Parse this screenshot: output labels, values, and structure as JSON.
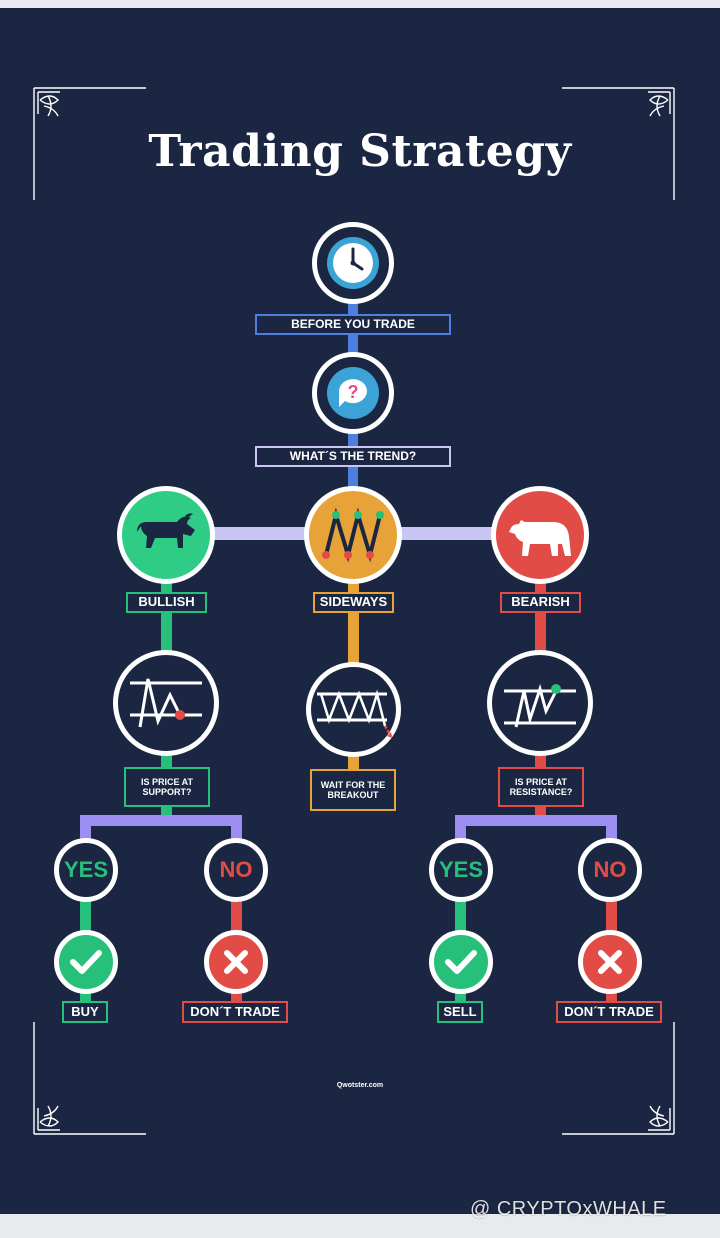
{
  "title": "Trading Strategy",
  "colors": {
    "background": "#1b2742",
    "connector": "#c9c6f4",
    "blue": "#4d7fe0",
    "green": "#26c07b",
    "orange": "#e8a338",
    "red": "#e14d46"
  },
  "steps": {
    "before": "BEFORE YOU TRADE",
    "trend": "WHAT´S THE TREND?"
  },
  "branches": {
    "bullish": {
      "label": "BULLISH",
      "question": "IS PRICE AT SUPPORT?",
      "yes": "YES",
      "no": "NO",
      "yes_action": "BUY",
      "no_action": "DON´T TRADE"
    },
    "sideways": {
      "label": "SIDEWAYS",
      "action": "WAIT FOR THE BREAKOUT"
    },
    "bearish": {
      "label": "BEARISH",
      "question": "IS PRICE AT RESISTANCE?",
      "yes": "YES",
      "no": "NO",
      "yes_action": "SELL",
      "no_action": "DON´T TRADE"
    }
  },
  "icons": {
    "clock": "clock-icon",
    "question": "question-bubble-icon",
    "bull": "bull-icon",
    "sideways_chart": "zigzag-chart-icon",
    "bear": "bear-icon",
    "support_chart": "support-chart-icon",
    "breakout_chart": "breakout-chart-icon",
    "resistance_chart": "resistance-chart-icon",
    "check": "check-icon",
    "cross": "cross-icon"
  },
  "credit": "Qwotster.com",
  "watermark": "@ CRYPTOxWHALE"
}
